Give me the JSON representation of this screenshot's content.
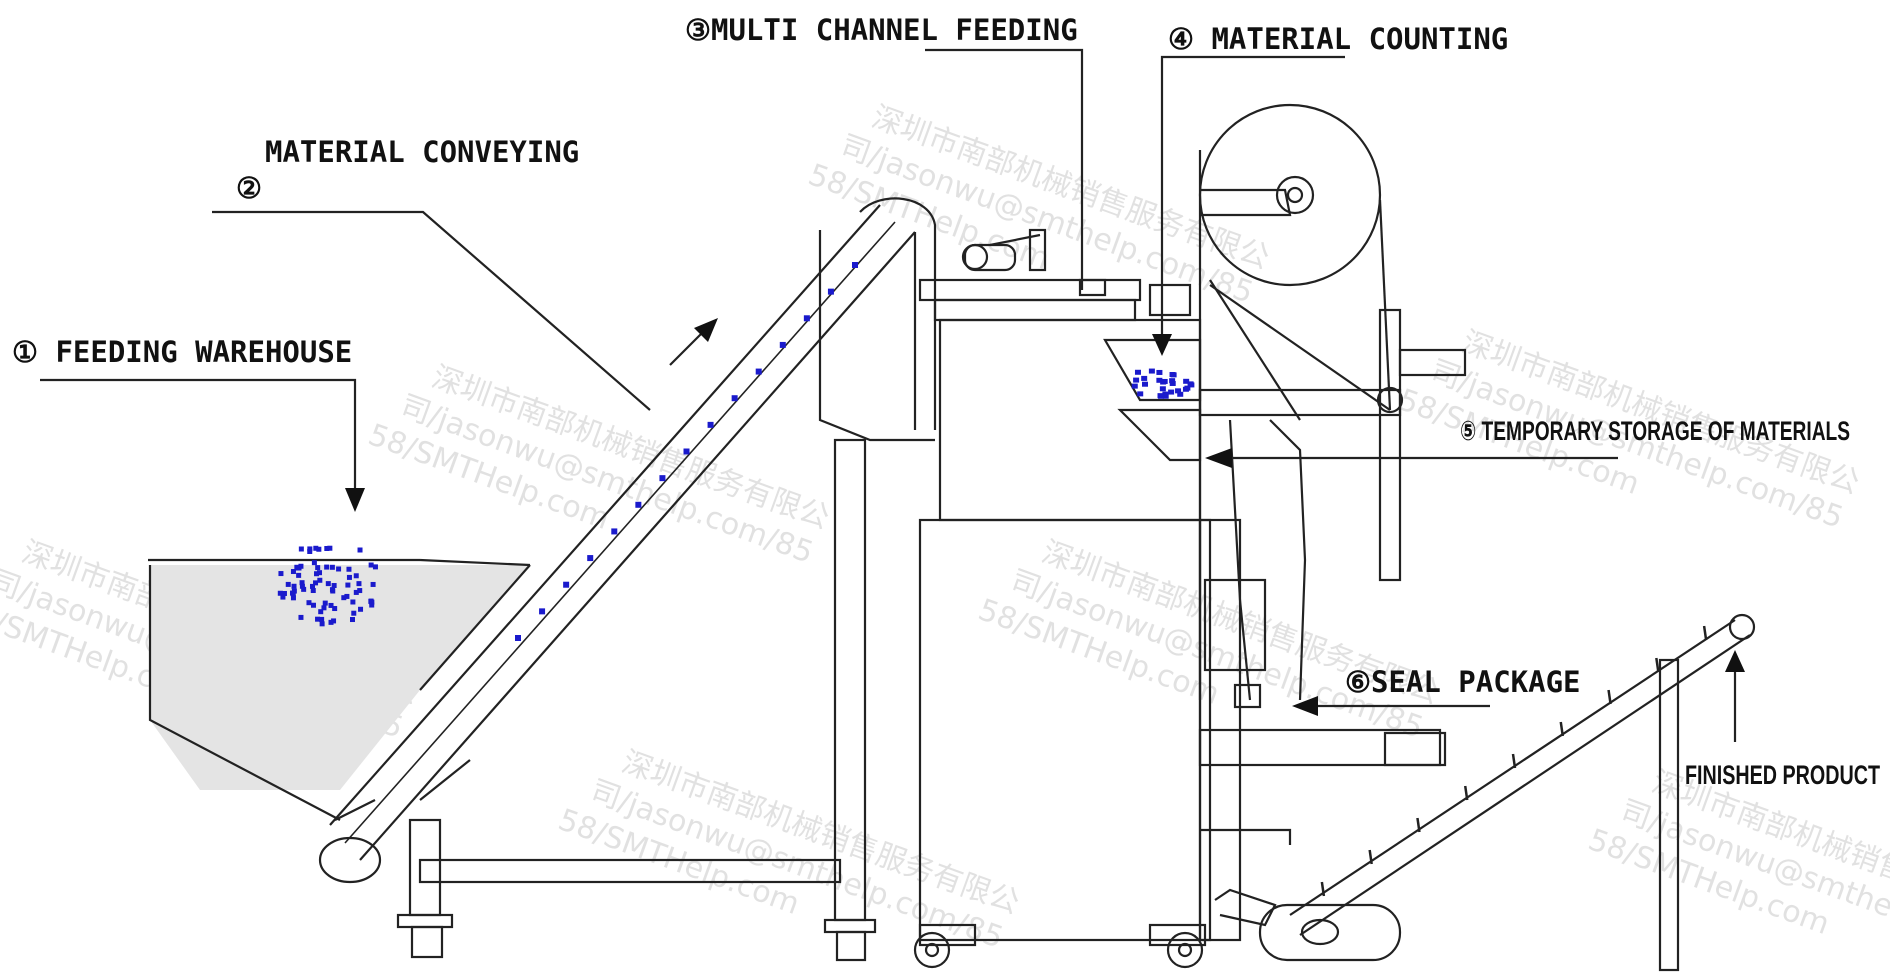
{
  "labels": {
    "step1": "① FEEDING WAREHOUSE",
    "step2_number": "②",
    "step2": "MATERIAL CONVEYING",
    "step3": "③MULTI CHANNEL FEEDING",
    "step4": "④ MATERIAL COUNTING",
    "step5": "⑤ TEMPORARY STORAGE OF MATERIALS",
    "step6": "⑥SEAL PACKAGE",
    "finished": "FINISHED PRODUCT"
  },
  "watermark": {
    "line1": "深圳市南部机械销售服务有限公",
    "line2": "司/jasonwu@smthelp.com/85",
    "line3": "58/SMTHelp.com"
  },
  "colors": {
    "line": "#222222",
    "material": "#1a1acc",
    "hopper_fill": "#e4e4e4",
    "watermark": "#c9c9c9"
  }
}
